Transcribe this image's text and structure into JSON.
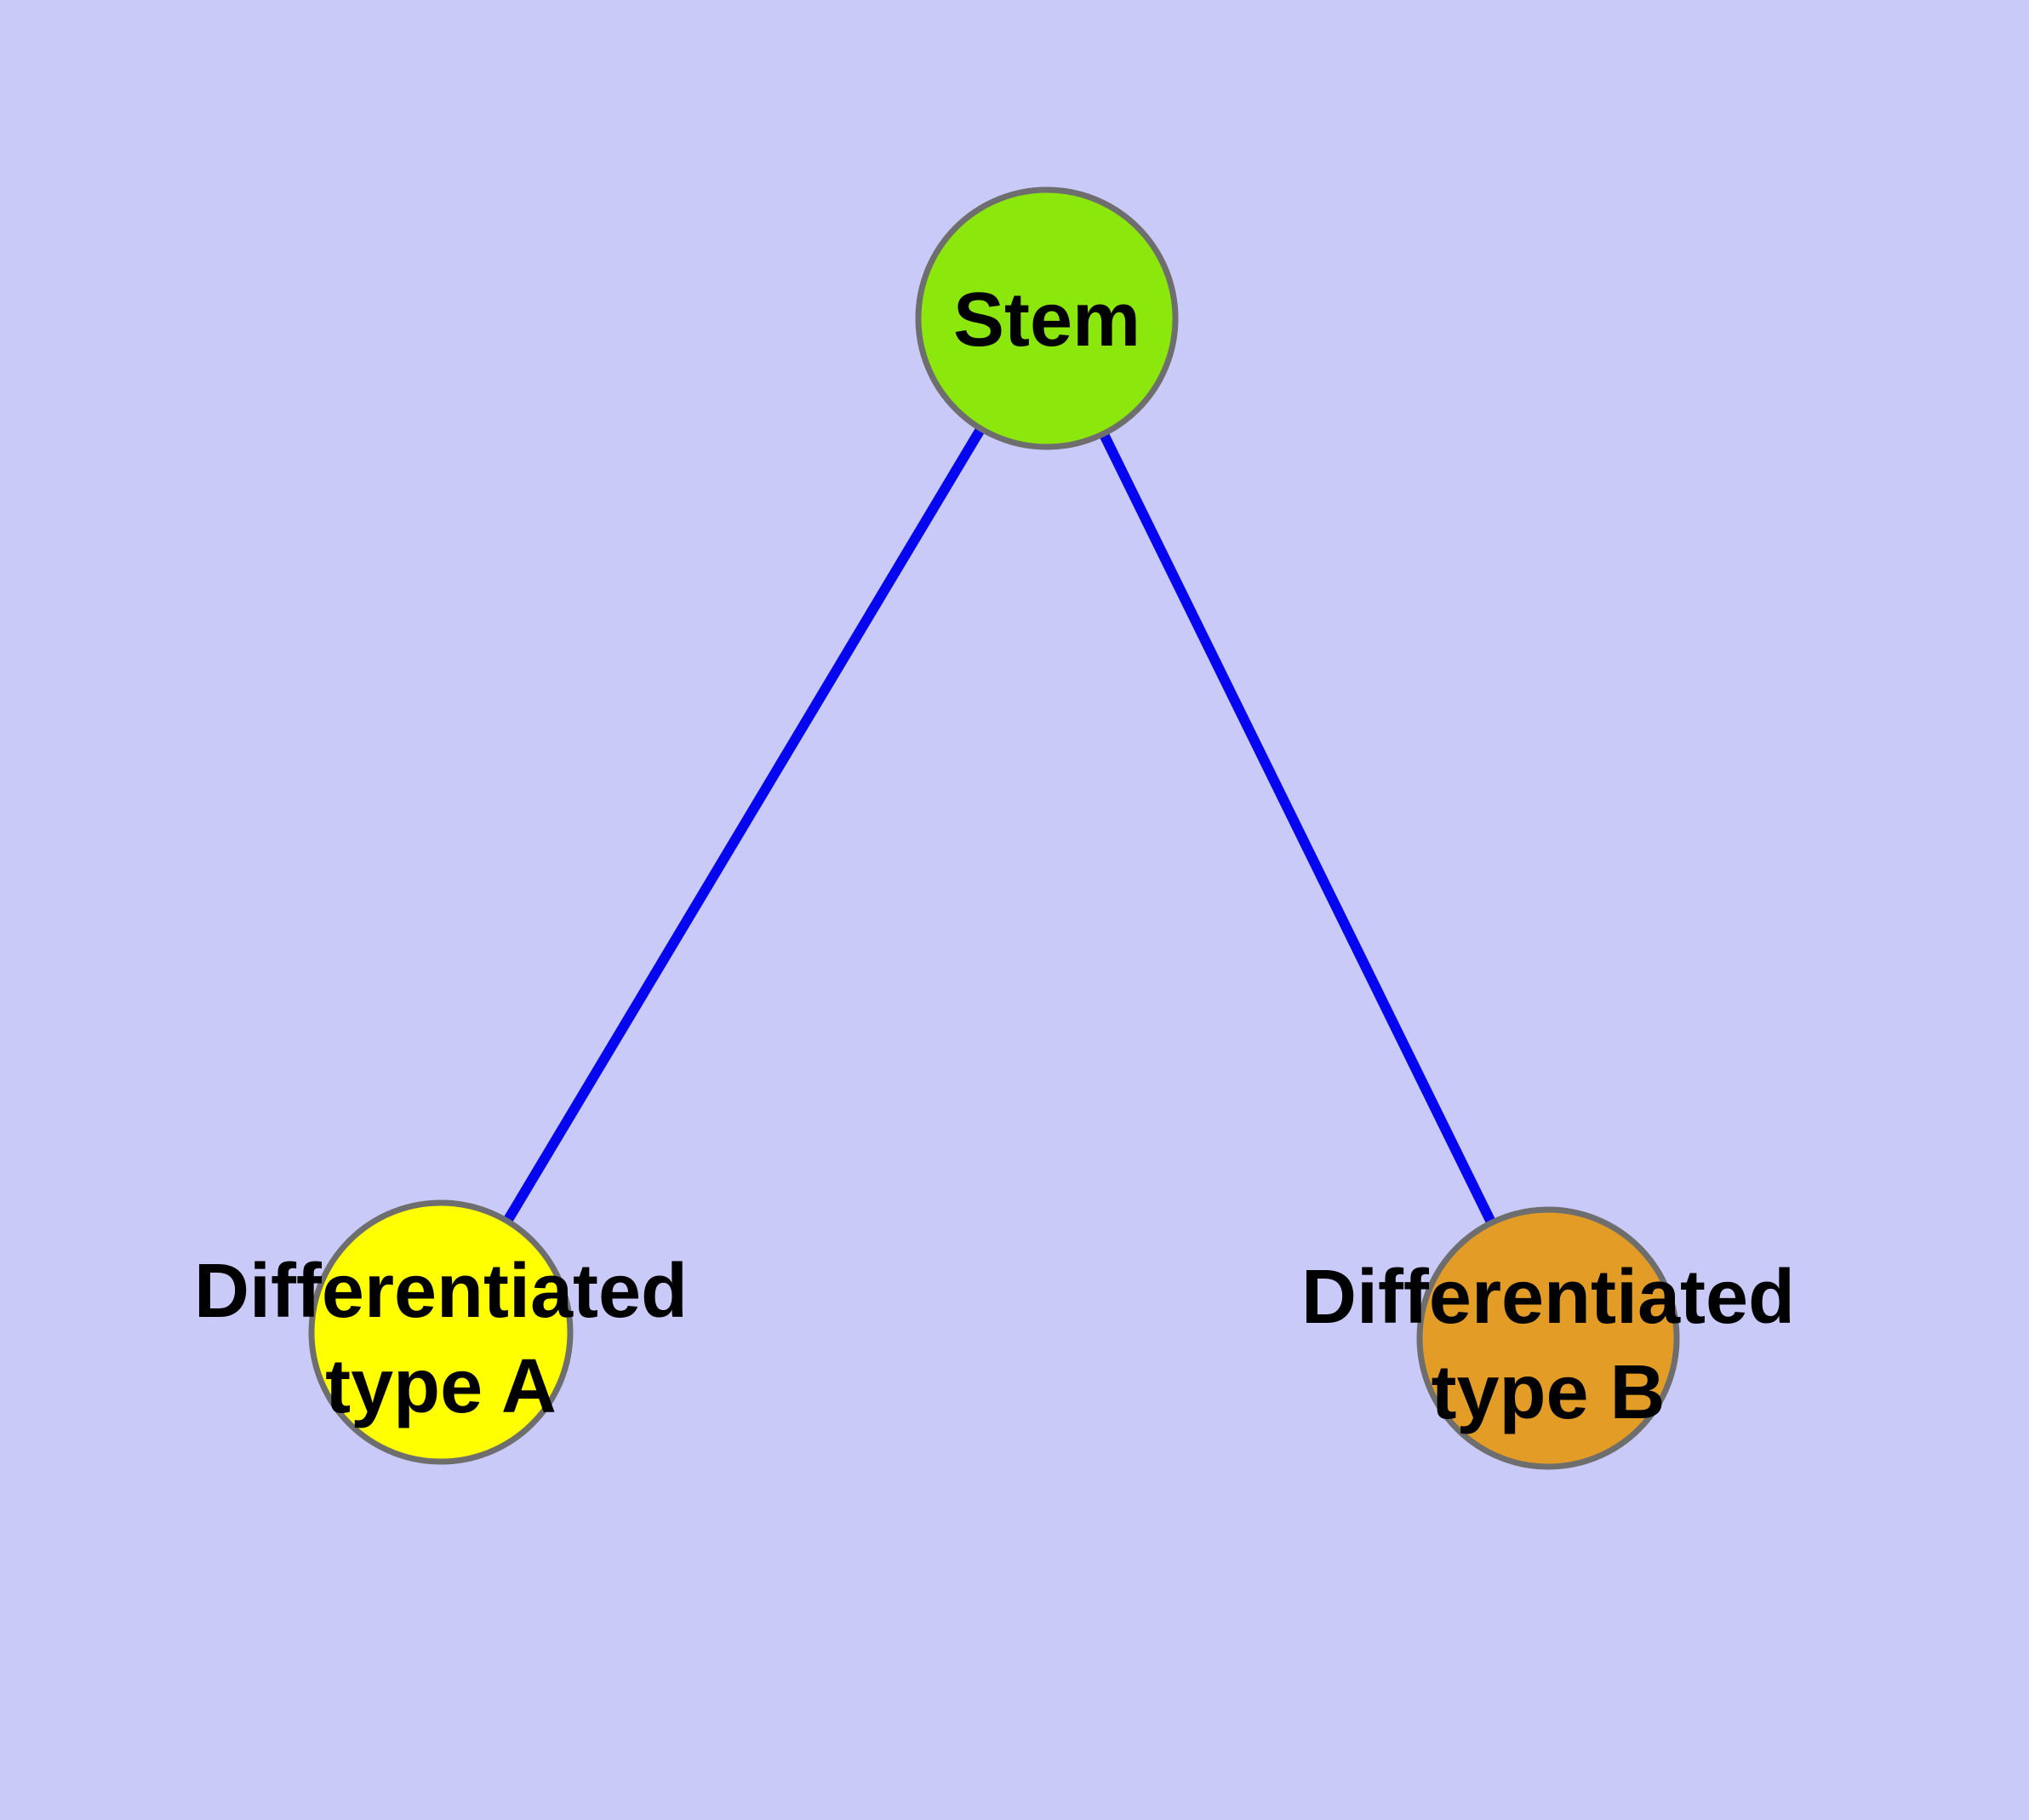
{
  "diagram": {
    "background_color": "#CACAF8",
    "edge_color": "#0505F0",
    "node_border_color": "#6E6E6E",
    "text_color": "#000000",
    "nodes": {
      "stem": {
        "label": "Stem",
        "fill": "#8CE80C"
      },
      "type_a": {
        "line1": "Differentiated",
        "line2": "type A",
        "fill": "#FFFF00"
      },
      "type_b": {
        "line1": "Differentiated",
        "line2": "type B",
        "fill": "#E39C26"
      }
    },
    "edges": [
      {
        "name": "stem-to-type-a",
        "from": "Stem",
        "to": "Differentiated type A"
      },
      {
        "name": "stem-to-type-b",
        "from": "Stem",
        "to": "Differentiated type B"
      }
    ]
  }
}
